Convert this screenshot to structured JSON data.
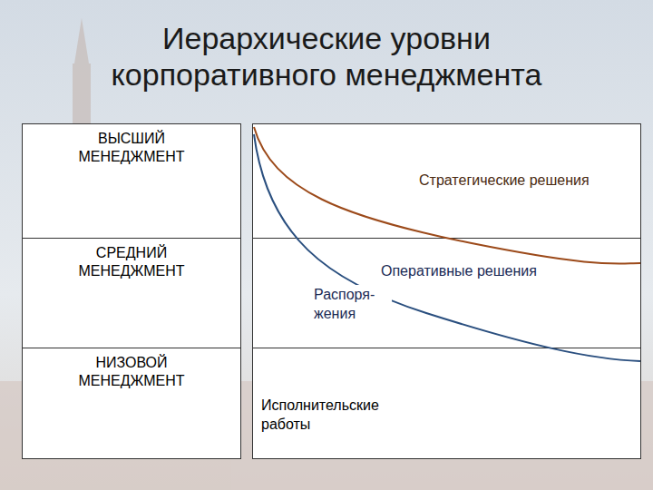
{
  "diagram": {
    "title": "Иерархические уровни корпоративного менеджмента",
    "nodes": [
      {
        "text": [
          "ВЫСШИЙ МЕНЕДЖМЕНТ"
        ]
      },
      {
        "text": [
          "СРЕДНИЙ МЕНЕДЖМЕНТ"
        ]
      },
      {
        "text": [
          "НИЗОВОЙ МЕНЕДЖМЕНТ"
        ]
      }
    ],
    "labels": [
      "Стратегические решения",
      "Оперативные решения",
      "Распоря- жения",
      "Исполнительские работы"
    ]
  }
}
